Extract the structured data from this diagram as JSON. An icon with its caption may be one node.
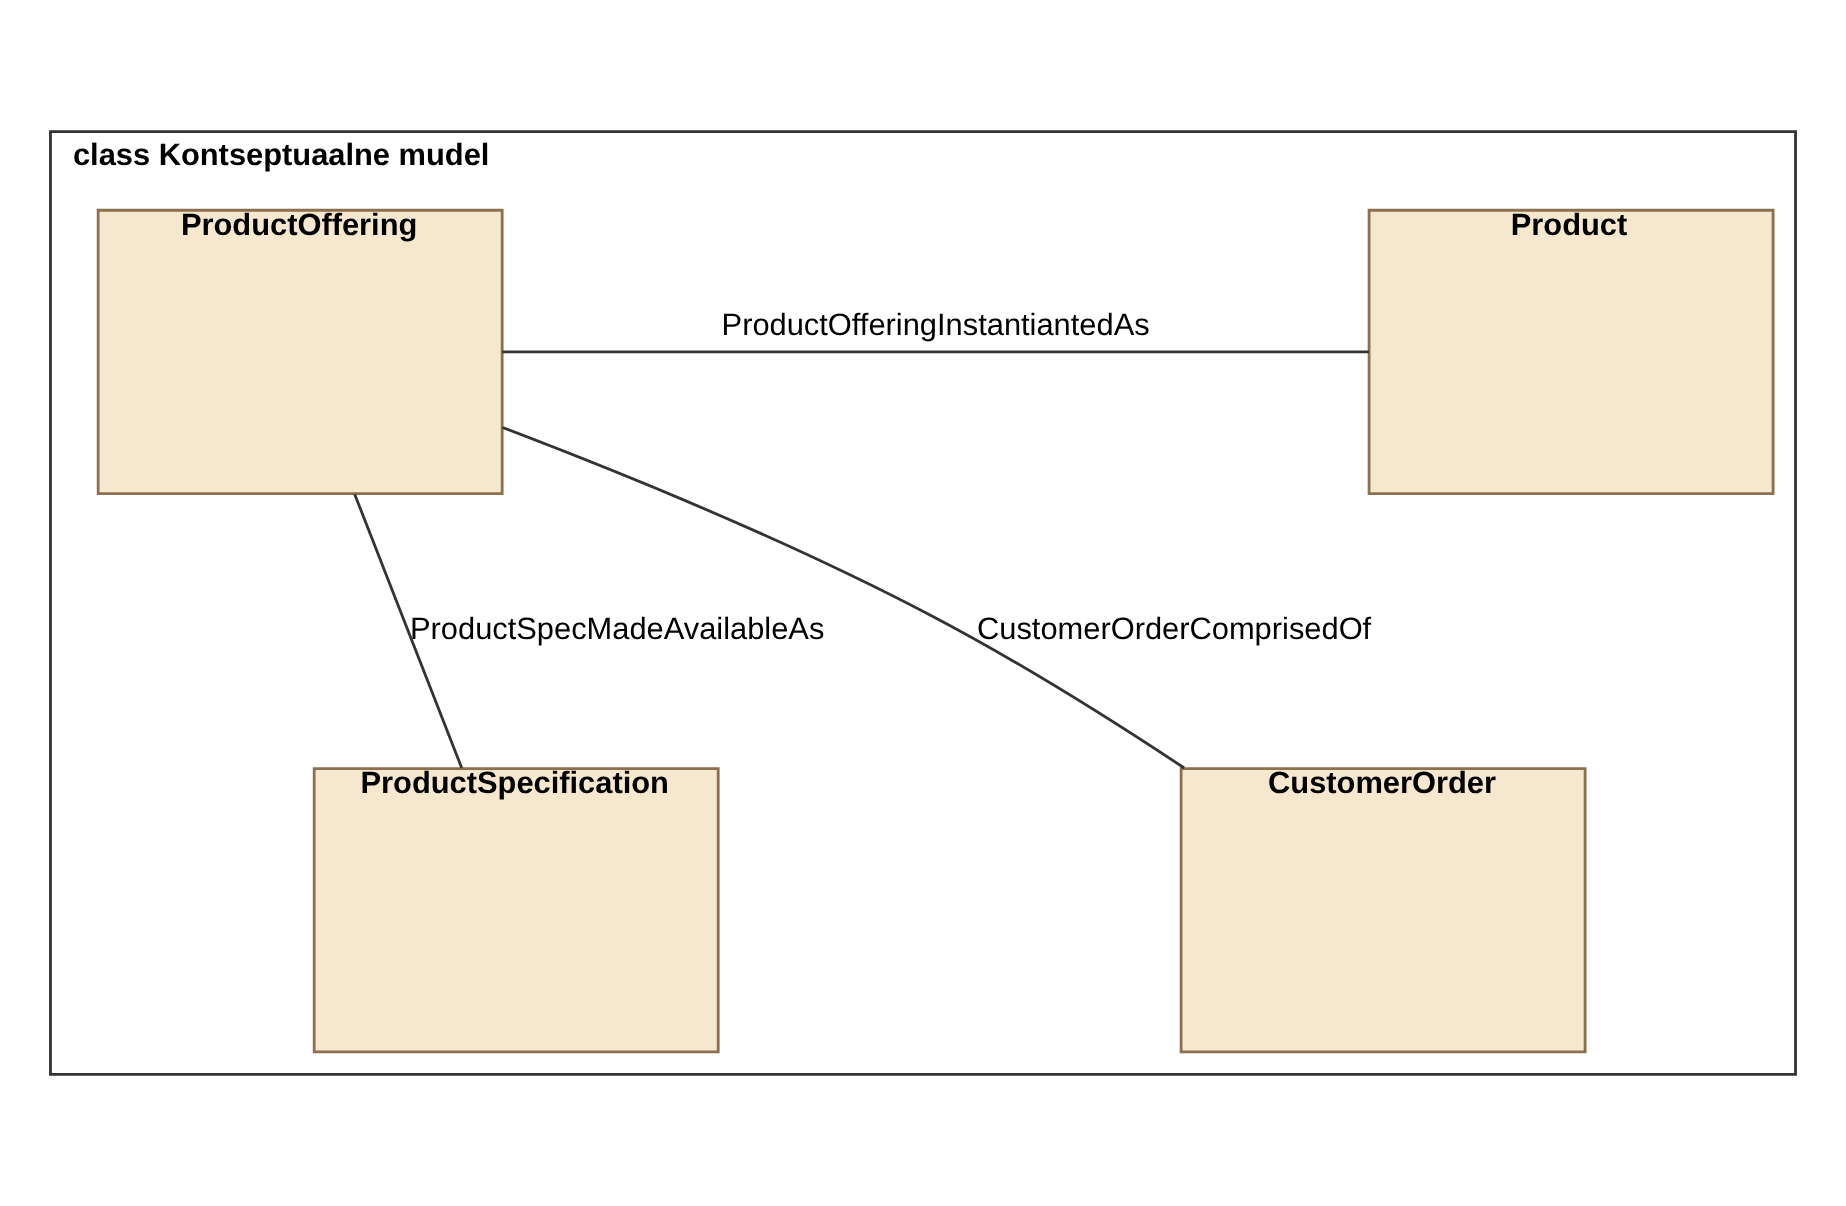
{
  "diagram": {
    "nodes": [
      {
        "text": [
          "class Kontseptuaalne mudel"
        ]
      },
      {
        "text": [
          "ProductOffering"
        ],
        "in": 0
      },
      {
        "text": [
          "Product"
        ],
        "in": 0
      },
      {
        "text": [
          "ProductSpecification"
        ],
        "in": 0
      },
      {
        "text": [
          "CustomerOrder"
        ],
        "in": 0
      }
    ],
    "edges": [
      {
        "from": 1,
        "to": 2,
        "arrow": "none",
        "label": "ProductOfferingInstantiantedAs"
      },
      {
        "from": 1,
        "to": 3,
        "arrow": "none",
        "label": "ProductSpecMadeAvailableAs"
      },
      {
        "from": 1,
        "to": 4,
        "arrow": "none",
        "label": "CustomerOrderComprisedOf"
      }
    ]
  }
}
